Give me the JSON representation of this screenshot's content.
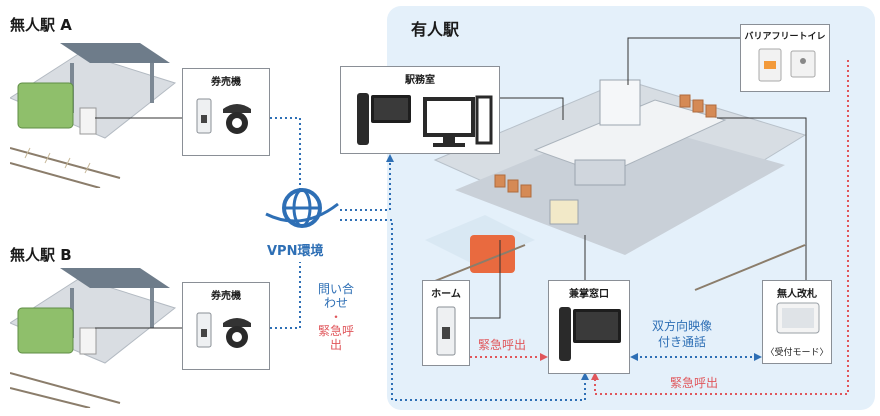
{
  "stations": {
    "a_label": "無人駅 A",
    "b_label": "無人駅 B",
    "yuujin_label": "有人駅"
  },
  "boxes": {
    "ticket_machine_a": "券売機",
    "ticket_machine_b": "券売機",
    "station_office": "駅務室",
    "barrier_free_toilet": "バリアフリートイレ",
    "home": "ホーム",
    "kensho_window": "兼掌窓口",
    "unmanned_gate": "無人改札",
    "reception_mode": "〈受付モード〉"
  },
  "network": {
    "vpn_label": "VPN環境"
  },
  "annotations": {
    "inquiry": "問い合わせ",
    "dot": "・",
    "emergency_call_vertical": "緊急呼出",
    "emergency_call_home": "緊急呼出",
    "two_way_line1": "双方向映像",
    "two_way_line2": "付き通話",
    "emergency_call_bottom": "緊急呼出"
  },
  "colors": {
    "blue_line": "#2e6fb5",
    "red_line": "#e0565b",
    "bg_panel": "#e4f0fa"
  }
}
